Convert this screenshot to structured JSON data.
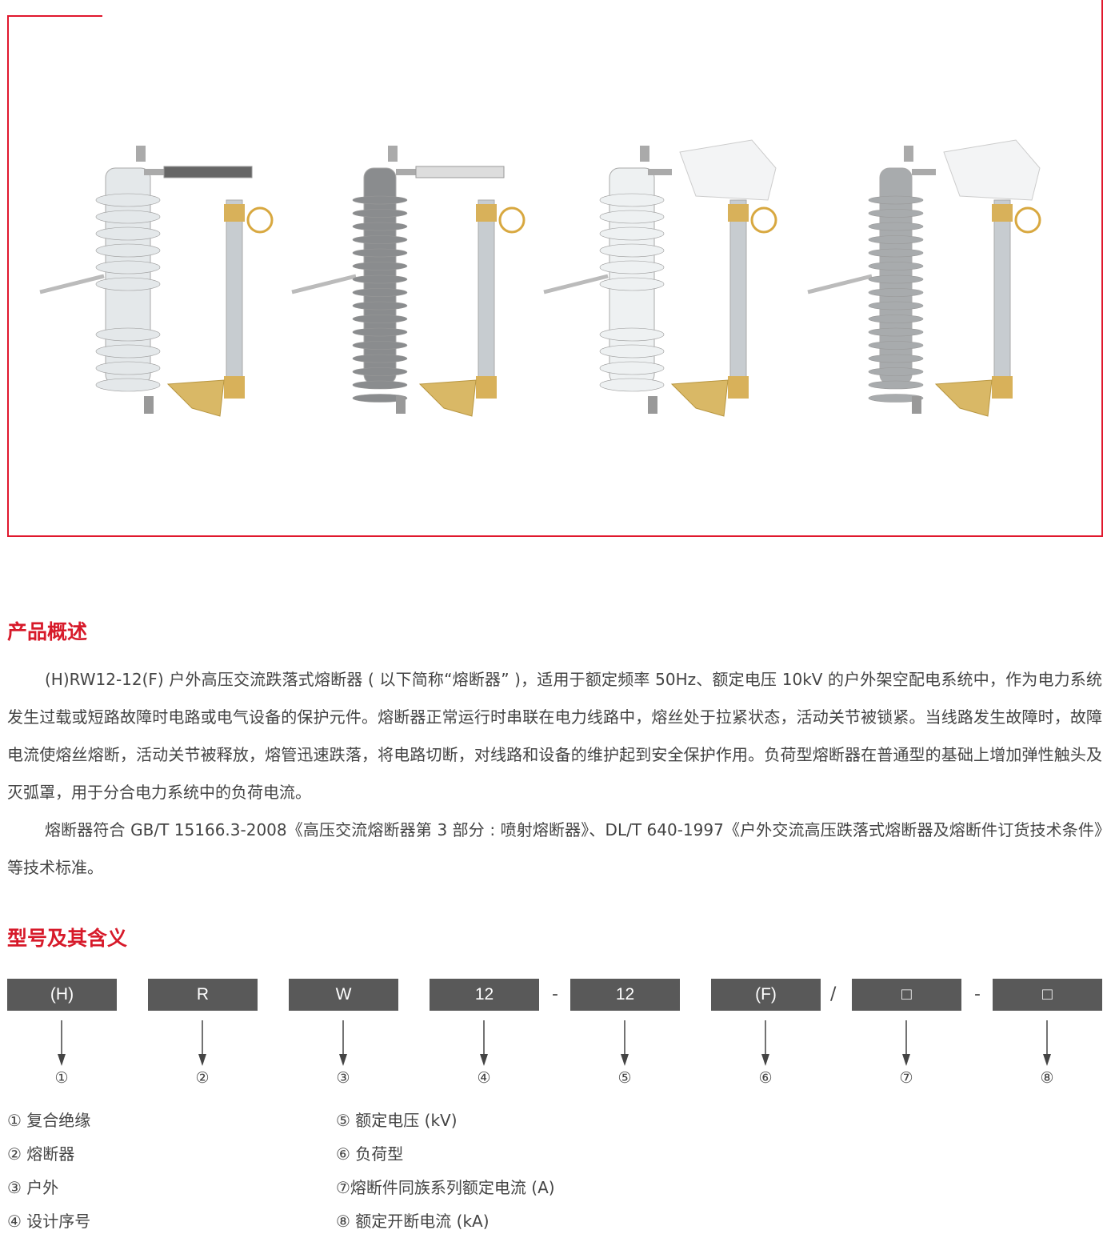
{
  "products": [
    {
      "insulator_color": "#e4e8ea",
      "style": "porcelain"
    },
    {
      "insulator_color": "#8a8c8e",
      "style": "composite"
    },
    {
      "insulator_color": "#eef1f2",
      "style": "porcelain-load"
    },
    {
      "insulator_color": "#a8abad",
      "style": "composite-load"
    }
  ],
  "overview": {
    "title": "产品概述",
    "paragraphs": [
      "(H)RW12-12(F) 户外高压交流跌落式熔断器 ( 以下简称“熔断器” )，适用于额定频率 50Hz、额定电压 10kV 的户外架空配电系统中，作为电力系统发生过载或短路故障时电路或电气设备的保护元件。熔断器正常运行时串联在电力线路中，熔丝处于拉紧状态，活动关节被锁紧。当线路发生故障时，故障电流使熔丝熔断，活动关节被释放，熔管迅速跌落，将电路切断，对线路和设备的维护起到安全保护作用。负荷型熔断器在普通型的基础上增加弹性触头及灭弧罩，用于分合电力系统中的负荷电流。",
      "熔断器符合 GB/T 15166.3-2008《高压交流熔断器第 3 部分 : 喷射熔断器》、DL/T 640-1997《户外交流高压跌落式熔断器及熔断件订货技术条件》等技术标准。"
    ]
  },
  "model": {
    "title": "型号及其含义",
    "codes": [
      "(H)",
      "R",
      "W",
      "12",
      "12",
      "(F)",
      "□",
      "□"
    ],
    "separators": [
      "-",
      "/",
      "-"
    ],
    "numbers": [
      "①",
      "②",
      "③",
      "④",
      "⑤",
      "⑥",
      "⑦",
      "⑧"
    ],
    "legend": [
      "① 复合绝缘",
      "② 熔断器",
      "③ 户外",
      "④ 设计序号",
      "⑤ 额定电压 (kV)",
      "⑥ 负荷型",
      "⑦熔断件同族系列额定电流 (A)",
      "⑧ 额定开断电流 (kA)"
    ]
  },
  "colors": {
    "accent": "#d71a2a",
    "box": "#595959"
  }
}
